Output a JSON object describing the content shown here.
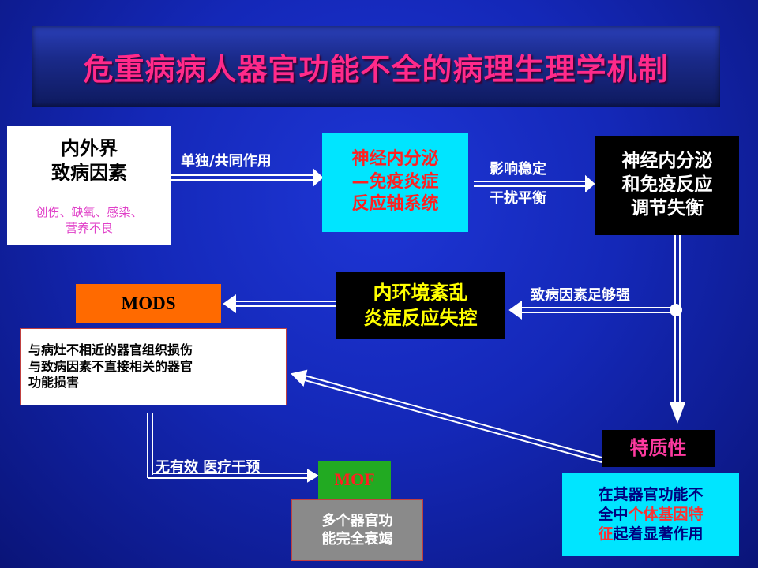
{
  "title": "危重病病人器官功能不全的病理生理学机制",
  "nodes": {
    "external_factors": {
      "line1": "内外界",
      "line2": "致病因素"
    },
    "factor_examples": "创伤、缺氧、感染、\n营养不良",
    "neuro_axis": "神经内分泌\n—免疫炎症\n反应轴系统",
    "regulation_imbalance": "神经内分泌\n和免疫反应\n调节失衡",
    "inflammation_control": "内环境紊乱\n炎症反应失控",
    "mods": "MODS",
    "mods_desc": "与病灶不相近的器官组织损伤\n与致病因素不直接相关的器官\n功能损害",
    "constitution": "特质性",
    "constitution_desc": {
      "part1": "在其器官功能不\n全中",
      "highlight": "个体基因特\n征",
      "part2": "起着显著作用"
    },
    "mof": "MOF",
    "mof_desc": "多个器官功\n能完全衰竭"
  },
  "labels": {
    "alone_joint": "单独/共同作用",
    "affect_stable": "影响稳定",
    "disturb_balance": "干扰平衡",
    "strong_enough": "致病因素足够强",
    "no_treatment": "无有效 医疗干预"
  }
}
